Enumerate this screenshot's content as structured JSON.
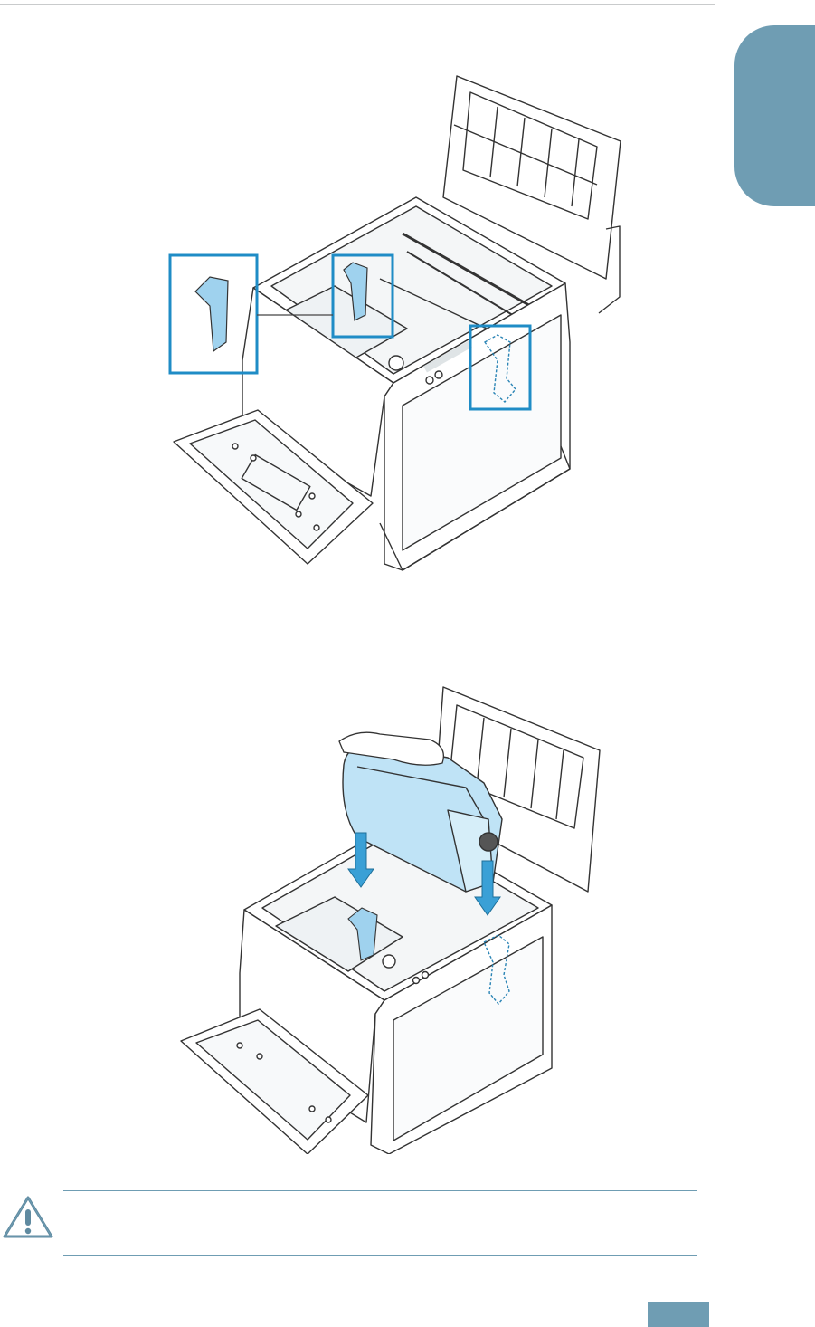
{
  "page": {
    "accent_color": "#6f9db3",
    "page_number": ""
  },
  "figures": [
    {
      "name": "printer-illustration-open-with-callouts",
      "icon": "printer-illustration"
    },
    {
      "name": "printer-illustration-inserting-unit",
      "icon": "printer-illustration"
    }
  ],
  "caution": {
    "icon": "caution-warning-icon",
    "text": ""
  }
}
